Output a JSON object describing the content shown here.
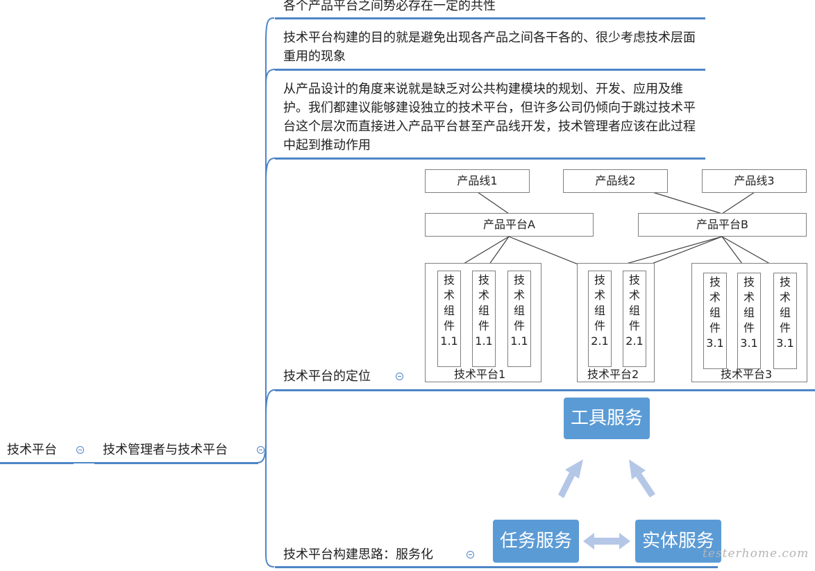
{
  "root": {
    "label": "技术平台"
  },
  "branch": {
    "label": "技术管理者与技术平台"
  },
  "notes": [
    "各个产品平台之间势必存在一定的共性",
    "技术平台构建的目的就是避免出现各产品之间各干各的、很少考虑技术层面重用的现象",
    "从产品设计的角度来说就是缺乏对公共构建模块的规划、开发、应用及维护。我们都建议能够建设独立的技术平台，但许多公司仍倾向于跳过技术平台这个层次而直接进入产品平台甚至产品线开发，技术管理者应该在此过程中起到推动作用"
  ],
  "positioning": {
    "label": "技术平台的定位",
    "product_lines": [
      "产品线1",
      "产品线2",
      "产品线3"
    ],
    "product_platforms": [
      "产品平台A",
      "产品平台B"
    ],
    "tech_platforms": [
      {
        "name": "技术平台1",
        "components": [
          "技\n术\n组\n件\n1.1",
          "技\n术\n组\n件\n1.1",
          "技\n术\n组\n件\n1.1"
        ]
      },
      {
        "name": "技术平台2",
        "components": [
          "技\n术\n组\n件\n2.1",
          "技\n术\n组\n件\n2.1"
        ]
      },
      {
        "name": "技术平台3",
        "components": [
          "技\n术\n组\n件\n3.1",
          "技\n术\n组\n件\n3.1",
          "技\n术\n组\n件\n3.1"
        ]
      }
    ]
  },
  "servitization": {
    "label": "技术平台构建思路：服务化",
    "services": {
      "tool": "工具服务",
      "task": "任务服务",
      "entity": "实体服务"
    },
    "arrow_color": "#b4c7e7",
    "box_color": "#5b9bd5"
  },
  "watermark": "testerhome.com",
  "colors": {
    "branch_line": "#4d85c6",
    "text": "#1f1f1f"
  }
}
